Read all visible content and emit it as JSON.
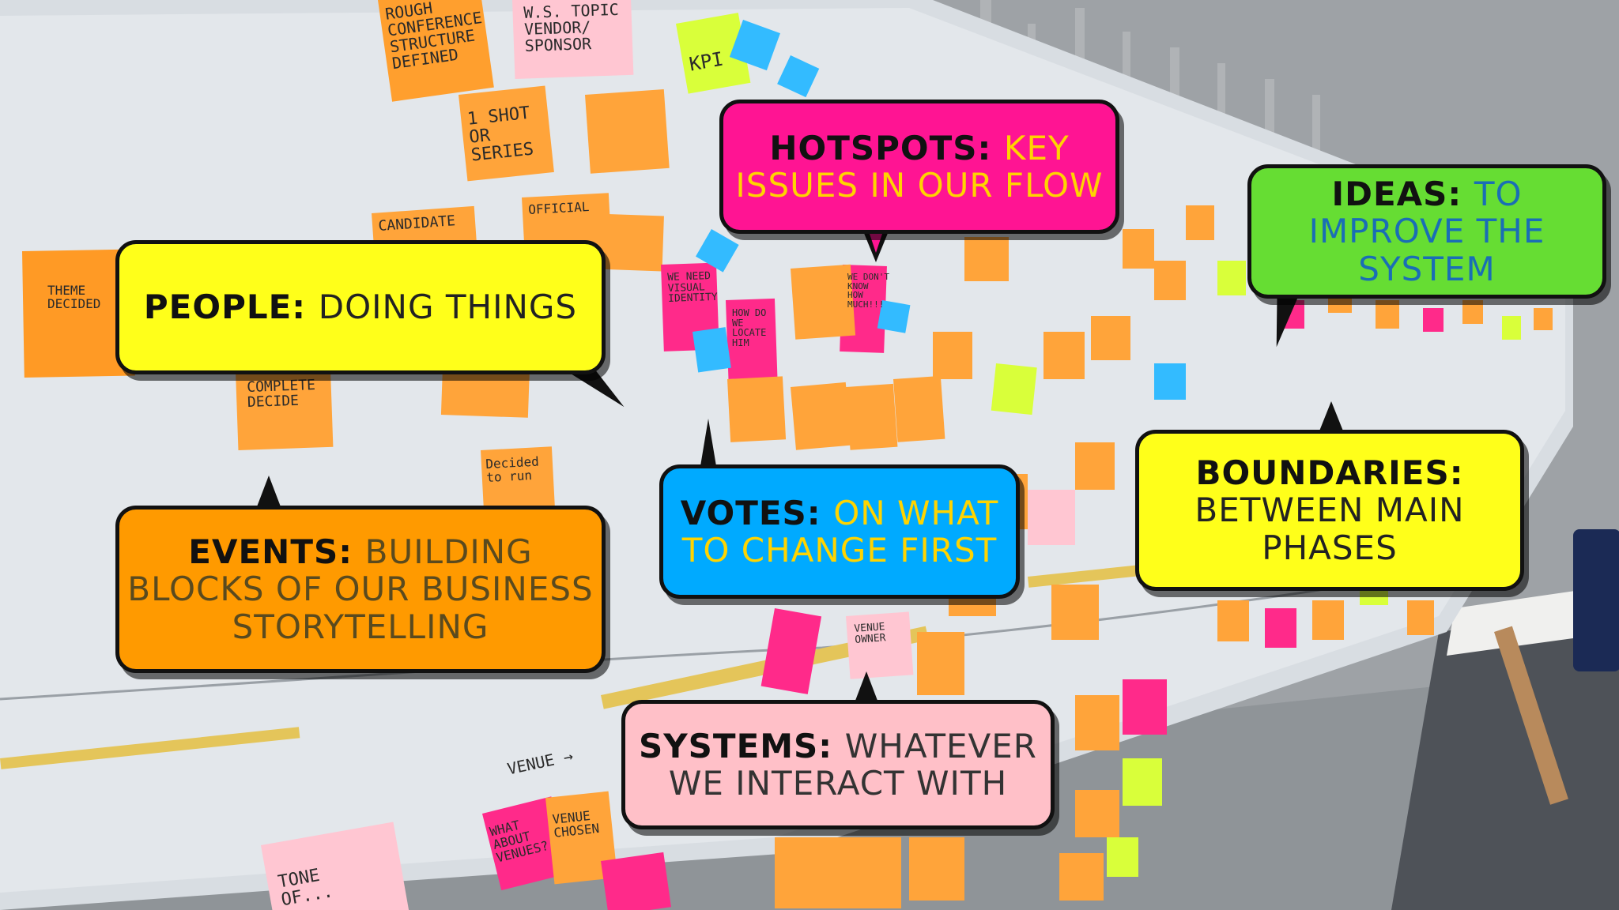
{
  "bubbles": {
    "hotspots": {
      "term": "Hotspots:",
      "desc": "key issues in our flow",
      "color": "#ff1493"
    },
    "ideas": {
      "term": "Ideas:",
      "desc": "to improve the system",
      "color": "#66dd33"
    },
    "people": {
      "term": "People:",
      "desc": "doing things",
      "color": "#ffff1a"
    },
    "boundaries": {
      "term": "Boundaries:",
      "desc": "Between main phases",
      "color": "#ffff1a"
    },
    "votes": {
      "term": "Votes:",
      "desc": "on what to change first",
      "color": "#00aaff"
    },
    "events": {
      "term": "Events:",
      "desc": "Building Blocks of our business storytelling",
      "color": "#ff9a00"
    },
    "systems": {
      "term": "Systems:",
      "desc": "whatever we interact with",
      "color": "#ffc0c8"
    }
  },
  "notes": {
    "rough": "ROUGH\nCONFERENCE\nSTRUCTURE\nDEFINED",
    "ws": "W.S. TOPIC\nVENDOR/\nSPONSOR",
    "kpi": "KPI",
    "shot": "1 SHOT\nOR\nSERIES",
    "theme": "THEME\nDECIDED",
    "candidate": "CANDIDATE",
    "official": "OFFICIAL",
    "identity": "WE NEED\nVISUAL\nIDENTITY",
    "howdo": "HOW DO\nWE\nLOCATE\nHIM",
    "dontknow": "WE DON'T\nKNOW\nHOW\nMUCH!!!",
    "decide": "COMPLETE\nDECIDE",
    "decided": "Decided\nto run",
    "venue_label": "VENUE →",
    "what_venues": "WHAT\nABOUT\nVENUES?",
    "venue_chosen": "VENUE\nCHOSEN",
    "venue_owner": "VENUE\nOWNER",
    "tone": "TONE\nOF..."
  }
}
